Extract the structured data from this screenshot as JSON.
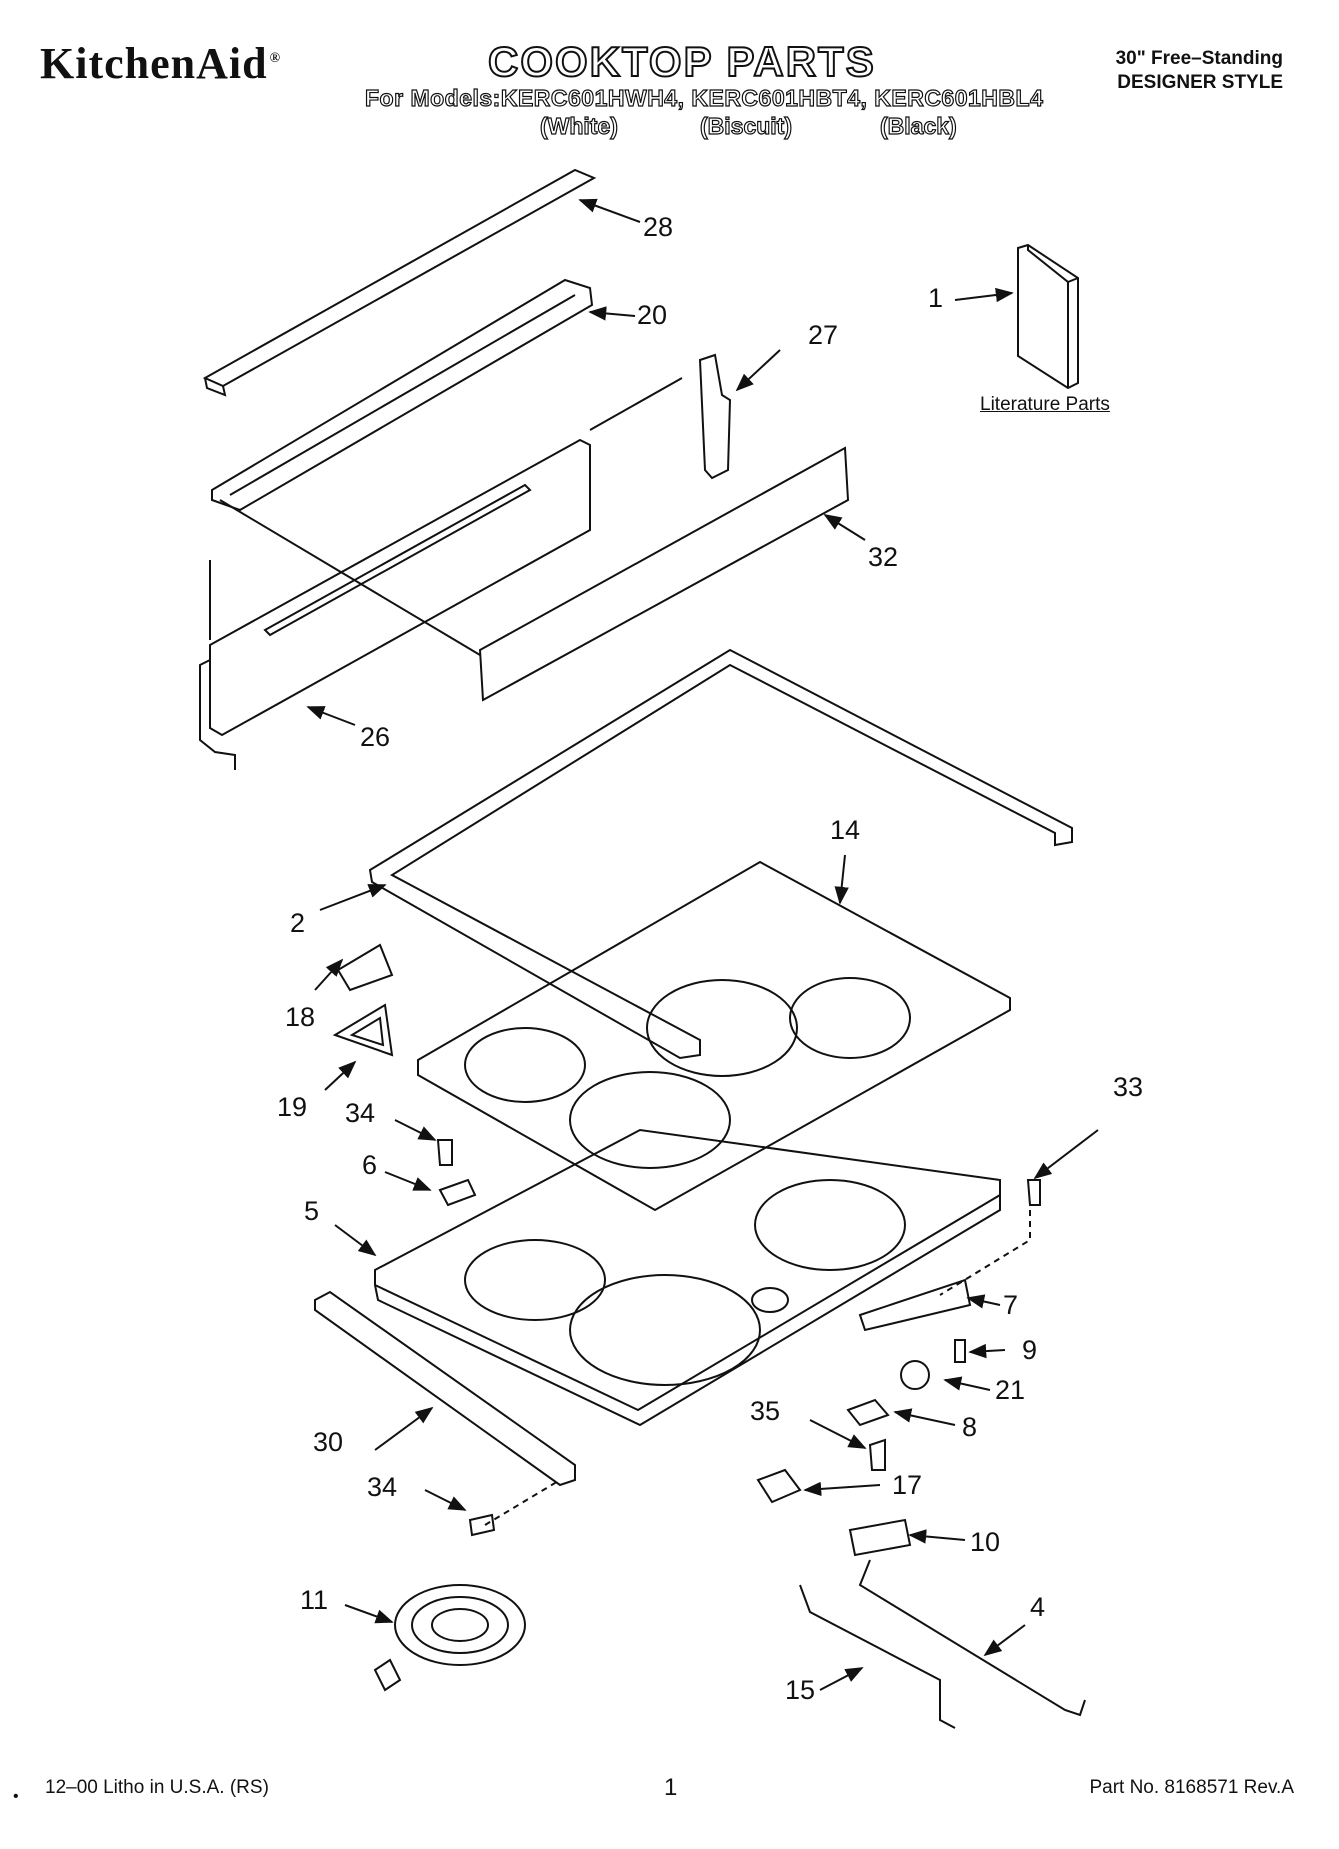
{
  "header": {
    "brand": "KitchenAid",
    "brand_mark": "®",
    "title": "COOKTOP PARTS",
    "models": "For Models:KERC601HWH4, KERC601HBT4, KERC601HBL4",
    "finishes": [
      "(White)",
      "(Biscuit)",
      "(Black)"
    ],
    "style_line1": "30\" Free–Standing",
    "style_line2": "DESIGNER STYLE"
  },
  "literature_label": "Literature Parts",
  "callouts": [
    "28",
    "20",
    "1",
    "27",
    "32",
    "26",
    "14",
    "2",
    "18",
    "19",
    "34",
    "6",
    "5",
    "33",
    "7",
    "9",
    "21",
    "8",
    "35",
    "30",
    "17",
    "34",
    "10",
    "11",
    "4",
    "15"
  ],
  "footer": {
    "litho": "12–00 Litho in U.S.A. (RS)",
    "page": "1",
    "part_no": "Part No. 8168571 Rev.A",
    "bullet": "•"
  },
  "colors": {
    "line": "#111111",
    "background": "#ffffff"
  }
}
